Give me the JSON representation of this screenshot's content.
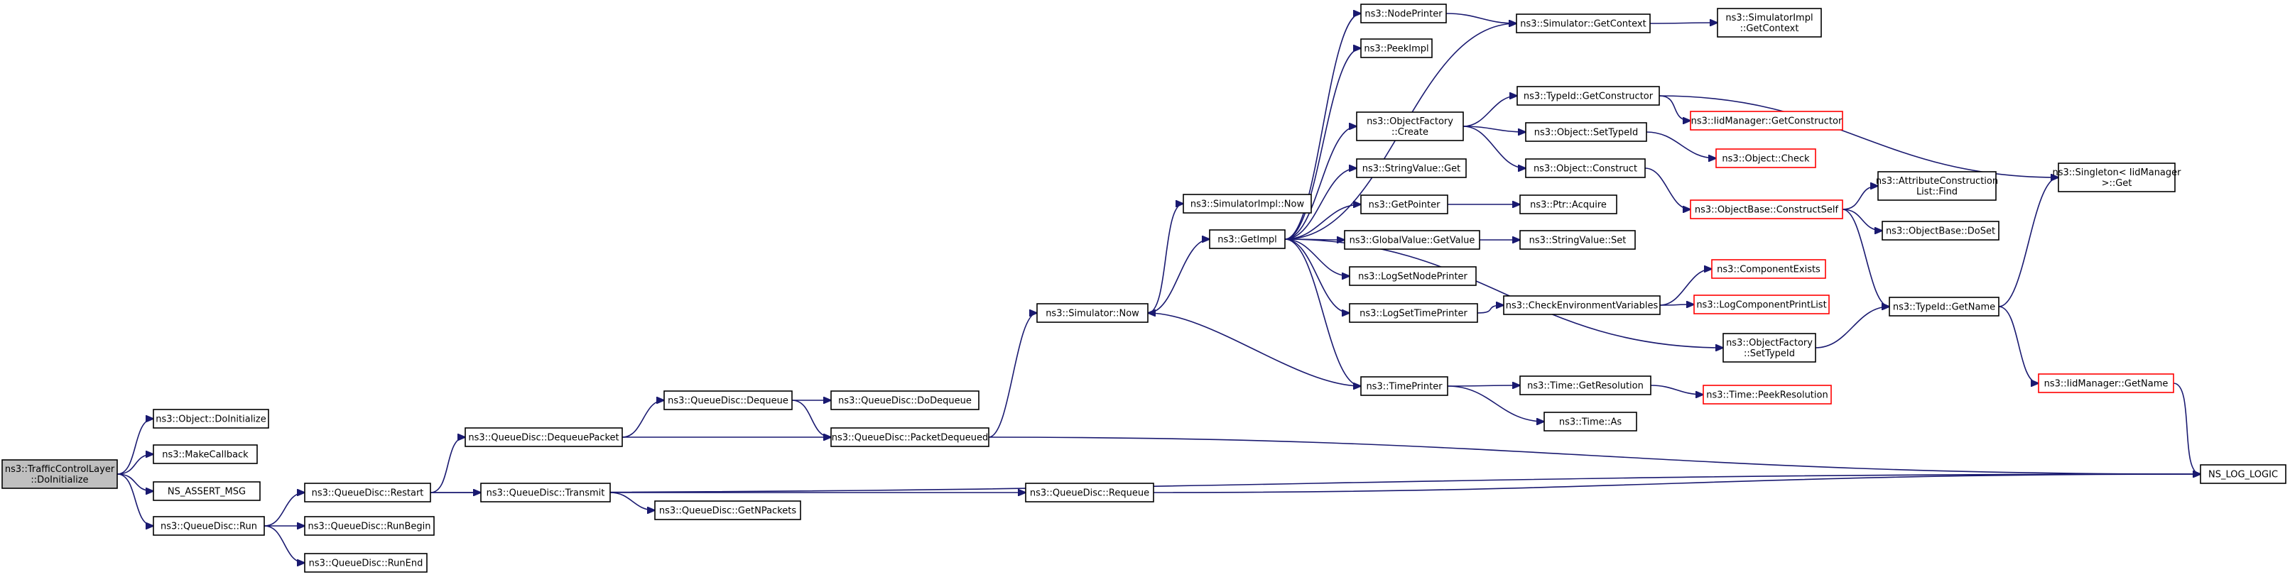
{
  "nodes": [
    {
      "id": "root",
      "lines": [
        "ns3::TrafficControlLayer",
        "::DoInitialize"
      ],
      "style": "root"
    },
    {
      "id": "obj_doinit",
      "lines": [
        "ns3::Object::DoInitialize"
      ],
      "style": "normal"
    },
    {
      "id": "makecb",
      "lines": [
        "ns3::MakeCallback"
      ],
      "style": "normal"
    },
    {
      "id": "assert",
      "lines": [
        "NS_ASSERT_MSG"
      ],
      "style": "normal"
    },
    {
      "id": "qd_run",
      "lines": [
        "ns3::QueueDisc::Run"
      ],
      "style": "normal"
    },
    {
      "id": "qd_restart",
      "lines": [
        "ns3::QueueDisc::Restart"
      ],
      "style": "normal"
    },
    {
      "id": "qd_runbegin",
      "lines": [
        "ns3::QueueDisc::RunBegin"
      ],
      "style": "normal"
    },
    {
      "id": "qd_runend",
      "lines": [
        "ns3::QueueDisc::RunEnd"
      ],
      "style": "normal"
    },
    {
      "id": "qd_deqpkt",
      "lines": [
        "ns3::QueueDisc::DequeuePacket"
      ],
      "style": "normal"
    },
    {
      "id": "qd_transmit",
      "lines": [
        "ns3::QueueDisc::Transmit"
      ],
      "style": "normal"
    },
    {
      "id": "qd_dequeue",
      "lines": [
        "ns3::QueueDisc::Dequeue"
      ],
      "style": "normal"
    },
    {
      "id": "qd_pktdeq",
      "lines": [
        "ns3::QueueDisc::PacketDequeued"
      ],
      "style": "normal"
    },
    {
      "id": "qd_dodeq",
      "lines": [
        "ns3::QueueDisc::DoDequeue"
      ],
      "style": "normal"
    },
    {
      "id": "qd_getnp",
      "lines": [
        "ns3::QueueDisc::GetNPackets"
      ],
      "style": "normal"
    },
    {
      "id": "qd_requeue",
      "lines": [
        "ns3::QueueDisc::Requeue"
      ],
      "style": "normal"
    },
    {
      "id": "sim_now",
      "lines": [
        "ns3::Simulator::Now"
      ],
      "style": "normal"
    },
    {
      "id": "simimpl_now",
      "lines": [
        "ns3::SimulatorImpl::Now"
      ],
      "style": "normal"
    },
    {
      "id": "getimpl",
      "lines": [
        "ns3::GetImpl"
      ],
      "style": "normal"
    },
    {
      "id": "nodeprinter",
      "lines": [
        "ns3::NodePrinter"
      ],
      "style": "normal"
    },
    {
      "id": "peekimpl",
      "lines": [
        "ns3::PeekImpl"
      ],
      "style": "normal"
    },
    {
      "id": "objfactory_create",
      "lines": [
        "ns3::ObjectFactory",
        "::Create"
      ],
      "style": "normal"
    },
    {
      "id": "stringvalue_get",
      "lines": [
        "ns3::StringValue::Get"
      ],
      "style": "normal"
    },
    {
      "id": "getpointer",
      "lines": [
        "ns3::GetPointer"
      ],
      "style": "normal"
    },
    {
      "id": "globalvalue_getvalue",
      "lines": [
        "ns3::GlobalValue::GetValue"
      ],
      "style": "normal"
    },
    {
      "id": "logsetnodeprinter",
      "lines": [
        "ns3::LogSetNodePrinter"
      ],
      "style": "normal"
    },
    {
      "id": "logsettimeprinter",
      "lines": [
        "ns3::LogSetTimePrinter"
      ],
      "style": "normal"
    },
    {
      "id": "timeprinter",
      "lines": [
        "ns3::TimePrinter"
      ],
      "style": "normal"
    },
    {
      "id": "sim_getcontext",
      "lines": [
        "ns3::Simulator::GetContext"
      ],
      "style": "normal"
    },
    {
      "id": "simimpl_getcontext",
      "lines": [
        "ns3::SimulatorImpl",
        "::GetContext"
      ],
      "style": "normal"
    },
    {
      "id": "typeid_getctor",
      "lines": [
        "ns3::TypeId::GetConstructor"
      ],
      "style": "normal"
    },
    {
      "id": "iidmgr_getctor",
      "lines": [
        "ns3::IidManager::GetConstructor"
      ],
      "style": "red"
    },
    {
      "id": "obj_settypeid",
      "lines": [
        "ns3::Object::SetTypeId"
      ],
      "style": "normal"
    },
    {
      "id": "obj_check",
      "lines": [
        "ns3::Object::Check"
      ],
      "style": "red"
    },
    {
      "id": "obj_construct",
      "lines": [
        "ns3::Object::Construct"
      ],
      "style": "normal"
    },
    {
      "id": "objbase_constructself",
      "lines": [
        "ns3::ObjectBase::ConstructSelf"
      ],
      "style": "red"
    },
    {
      "id": "ptr_acquire",
      "lines": [
        "ns3::Ptr::Acquire"
      ],
      "style": "normal"
    },
    {
      "id": "stringvalue_set",
      "lines": [
        "ns3::StringValue::Set"
      ],
      "style": "normal"
    },
    {
      "id": "checkenv",
      "lines": [
        "ns3::CheckEnvironmentVariables"
      ],
      "style": "normal"
    },
    {
      "id": "compexists",
      "lines": [
        "ns3::ComponentExists"
      ],
      "style": "red"
    },
    {
      "id": "logcompprint",
      "lines": [
        "ns3::LogComponentPrintList"
      ],
      "style": "red"
    },
    {
      "id": "objfactory_settypeid",
      "lines": [
        "ns3::ObjectFactory",
        "::SetTypeId"
      ],
      "style": "normal"
    },
    {
      "id": "time_getres",
      "lines": [
        "ns3::Time::GetResolution"
      ],
      "style": "normal"
    },
    {
      "id": "time_as",
      "lines": [
        "ns3::Time::As"
      ],
      "style": "normal"
    },
    {
      "id": "time_peekres",
      "lines": [
        "ns3::Time::PeekResolution"
      ],
      "style": "red"
    },
    {
      "id": "attrcons_find",
      "lines": [
        "ns3::AttributeConstruction",
        "List::Find"
      ],
      "style": "normal"
    },
    {
      "id": "objbase_doset",
      "lines": [
        "ns3::ObjectBase::DoSet"
      ],
      "style": "normal"
    },
    {
      "id": "typeid_getname",
      "lines": [
        "ns3::TypeId::GetName"
      ],
      "style": "normal"
    },
    {
      "id": "singleton_get",
      "lines": [
        "ns3::Singleton< IidManager",
        ">::Get"
      ],
      "style": "normal"
    },
    {
      "id": "iidmgr_getname",
      "lines": [
        "ns3::IidManager::GetName"
      ],
      "style": "red"
    },
    {
      "id": "ns_log_logic",
      "lines": [
        "NS_LOG_LOGIC"
      ],
      "style": "normal"
    }
  ],
  "edges": [
    [
      "root",
      "obj_doinit"
    ],
    [
      "root",
      "makecb"
    ],
    [
      "root",
      "assert"
    ],
    [
      "root",
      "qd_run"
    ],
    [
      "qd_run",
      "qd_restart"
    ],
    [
      "qd_run",
      "qd_runbegin"
    ],
    [
      "qd_run",
      "qd_runend"
    ],
    [
      "qd_restart",
      "qd_deqpkt"
    ],
    [
      "qd_restart",
      "qd_transmit"
    ],
    [
      "qd_restart",
      "ns_log_logic"
    ],
    [
      "qd_deqpkt",
      "qd_dequeue"
    ],
    [
      "qd_deqpkt",
      "qd_pktdeq"
    ],
    [
      "qd_dequeue",
      "qd_dodeq"
    ],
    [
      "qd_dequeue",
      "qd_pktdeq"
    ],
    [
      "qd_pktdeq",
      "sim_now"
    ],
    [
      "qd_pktdeq",
      "ns_log_logic"
    ],
    [
      "qd_transmit",
      "qd_getnp"
    ],
    [
      "qd_transmit",
      "qd_requeue"
    ],
    [
      "qd_requeue",
      "ns_log_logic"
    ],
    [
      "sim_now",
      "simimpl_now"
    ],
    [
      "sim_now",
      "getimpl"
    ],
    [
      "getimpl",
      "nodeprinter"
    ],
    [
      "getimpl",
      "peekimpl"
    ],
    [
      "getimpl",
      "objfactory_create"
    ],
    [
      "getimpl",
      "stringvalue_get"
    ],
    [
      "getimpl",
      "getpointer"
    ],
    [
      "getimpl",
      "globalvalue_getvalue"
    ],
    [
      "getimpl",
      "logsetnodeprinter"
    ],
    [
      "getimpl",
      "logsettimeprinter"
    ],
    [
      "getimpl",
      "timeprinter"
    ],
    [
      "getimpl",
      "sim_getcontext"
    ],
    [
      "getimpl",
      "objfactory_settypeid"
    ],
    [
      "nodeprinter",
      "sim_getcontext"
    ],
    [
      "sim_getcontext",
      "simimpl_getcontext"
    ],
    [
      "objfactory_create",
      "typeid_getctor"
    ],
    [
      "objfactory_create",
      "obj_settypeid"
    ],
    [
      "objfactory_create",
      "obj_construct"
    ],
    [
      "typeid_getctor",
      "iidmgr_getctor"
    ],
    [
      "typeid_getctor",
      "singleton_get"
    ],
    [
      "obj_settypeid",
      "obj_check"
    ],
    [
      "obj_construct",
      "objbase_constructself"
    ],
    [
      "objbase_constructself",
      "attrcons_find"
    ],
    [
      "objbase_constructself",
      "objbase_doset"
    ],
    [
      "objbase_constructself",
      "typeid_getname"
    ],
    [
      "getpointer",
      "ptr_acquire"
    ],
    [
      "globalvalue_getvalue",
      "stringvalue_set"
    ],
    [
      "logsettimeprinter",
      "checkenv"
    ],
    [
      "checkenv",
      "compexists"
    ],
    [
      "checkenv",
      "logcompprint"
    ],
    [
      "timeprinter",
      "sim_now"
    ],
    [
      "timeprinter",
      "time_getres"
    ],
    [
      "timeprinter",
      "time_as"
    ],
    [
      "time_getres",
      "time_peekres"
    ],
    [
      "objfactory_settypeid",
      "typeid_getname"
    ],
    [
      "typeid_getname",
      "singleton_get"
    ],
    [
      "typeid_getname",
      "iidmgr_getname"
    ],
    [
      "iidmgr_getname",
      "ns_log_logic"
    ]
  ]
}
